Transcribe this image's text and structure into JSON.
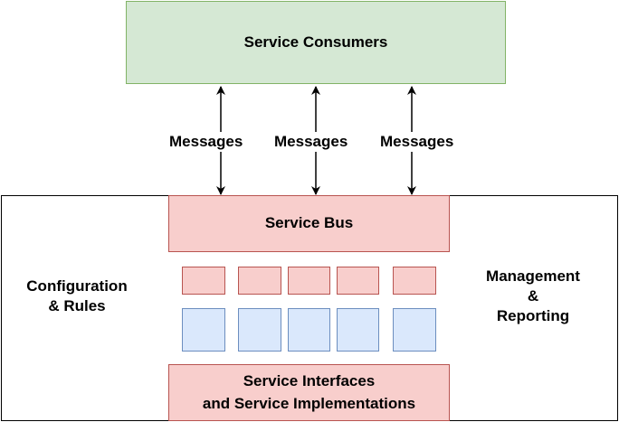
{
  "consumers": {
    "label": "Service Consumers"
  },
  "messages": [
    "Messages",
    "Messages",
    "Messages"
  ],
  "service_bus": {
    "label": "Service Bus"
  },
  "config": {
    "line1": "Configuration",
    "line2": "& Rules"
  },
  "management": {
    "line1": "Management",
    "line2": "&",
    "line3": "Reporting"
  },
  "interfaces": {
    "line1": "Service Interfaces",
    "line2": "and Service Implementations"
  },
  "colors": {
    "consumers_fill": "#d5e8d4",
    "consumers_border": "#82b366",
    "bus_fill": "#f8cecc",
    "bus_border": "#b85450",
    "component_fill": "#dae8fc",
    "component_border": "#6c8ebf"
  }
}
